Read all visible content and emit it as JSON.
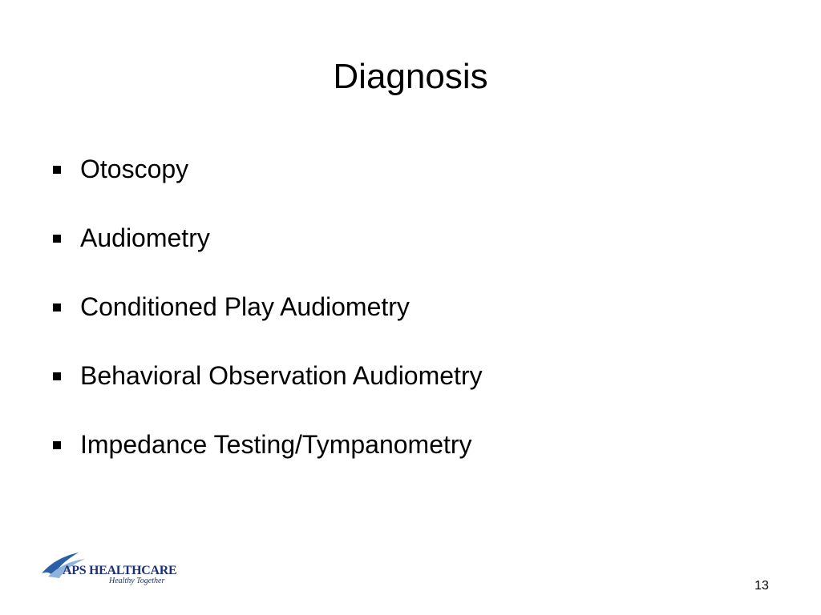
{
  "slide": {
    "title": "Diagnosis",
    "bullets": [
      {
        "label": "Otoscopy"
      },
      {
        "label": "Audiometry"
      },
      {
        "label": "Conditioned Play Audiometry"
      },
      {
        "label": "Behavioral Observation Audiometry"
      },
      {
        "label": "Impedance Testing/Tympanometry"
      }
    ],
    "page_number": "13"
  },
  "logo": {
    "brand": "APS HEALTHCARE",
    "tagline": "Healthy Together",
    "icon": "swoosh-logo-icon",
    "color": "#1c2f78"
  }
}
